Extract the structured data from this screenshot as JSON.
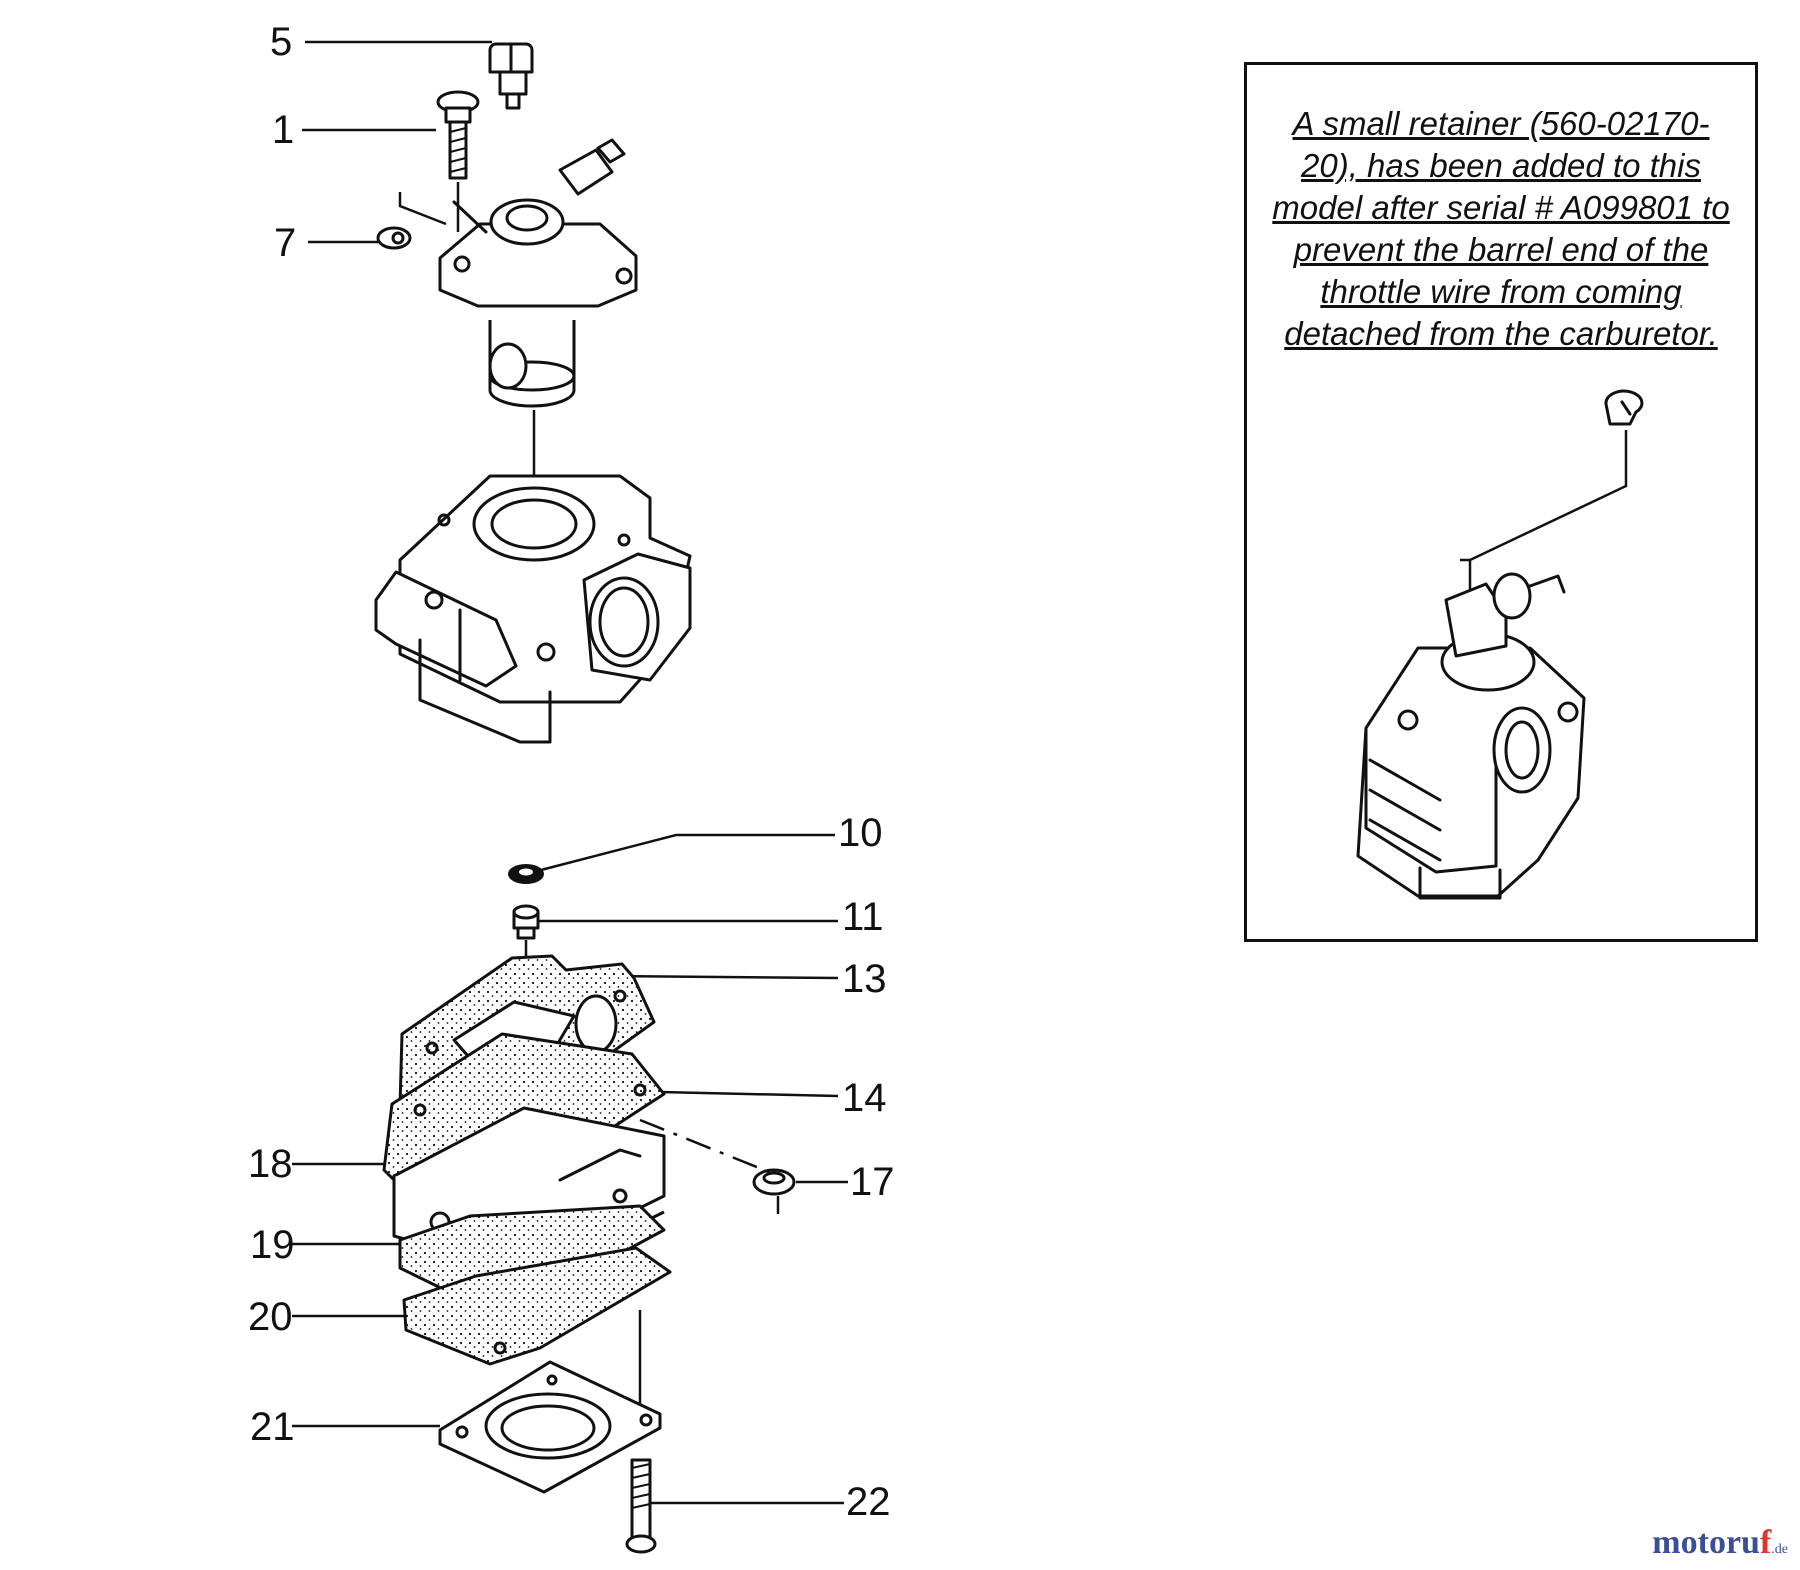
{
  "callouts": [
    {
      "id": "5",
      "label": "5"
    },
    {
      "id": "1",
      "label": "1"
    },
    {
      "id": "7",
      "label": "7"
    },
    {
      "id": "10",
      "label": "10"
    },
    {
      "id": "11",
      "label": "11"
    },
    {
      "id": "13",
      "label": "13"
    },
    {
      "id": "14",
      "label": "14"
    },
    {
      "id": "17",
      "label": "17"
    },
    {
      "id": "18",
      "label": "18"
    },
    {
      "id": "19",
      "label": "19"
    },
    {
      "id": "20",
      "label": "20"
    },
    {
      "id": "21",
      "label": "21"
    },
    {
      "id": "22",
      "label": "22"
    }
  ],
  "note": {
    "text": "A small retainer (560-02170-20), has been added to this model after serial # A099801 to prevent the barrel end of the throttle wire from coming detached from the carburetor."
  },
  "watermark": {
    "brand": "motoru",
    "accent": "f",
    "tld": ".de"
  },
  "colors": {
    "ink": "#111111",
    "watermark_blue": "#3b4f98",
    "watermark_red": "#e2342a"
  }
}
